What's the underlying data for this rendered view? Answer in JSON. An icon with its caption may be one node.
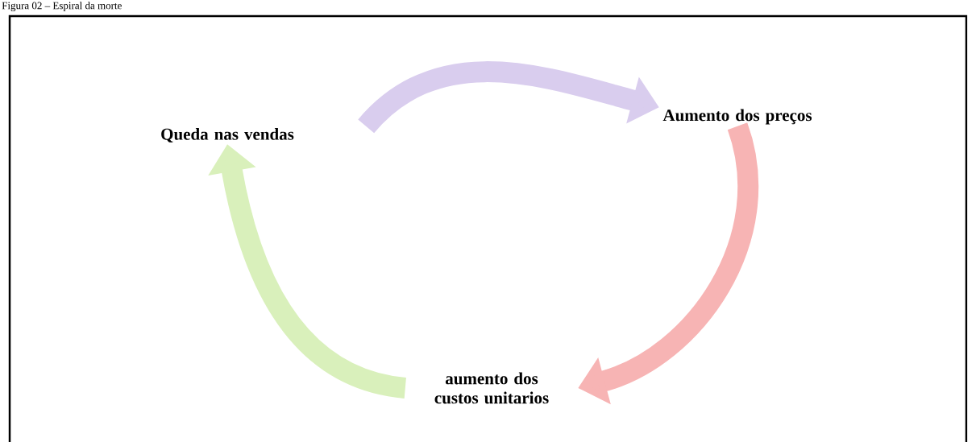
{
  "diagram": {
    "title": "Figura 02 – Espiral da morte",
    "nodes": [
      {
        "text": [
          "Queda nas vendas"
        ]
      },
      {
        "text": [
          "Aumento dos preços"
        ]
      },
      {
        "text": [
          "aumento dos custos unitarios"
        ]
      }
    ],
    "edges": [
      {
        "from": 0,
        "to": 1,
        "arrow": "to",
        "color": "#d9cdee"
      },
      {
        "from": 1,
        "to": 2,
        "arrow": "to",
        "color": "#f7b4b4"
      },
      {
        "from": 2,
        "to": 0,
        "arrow": "to",
        "color": "#d9f0bb"
      }
    ]
  }
}
